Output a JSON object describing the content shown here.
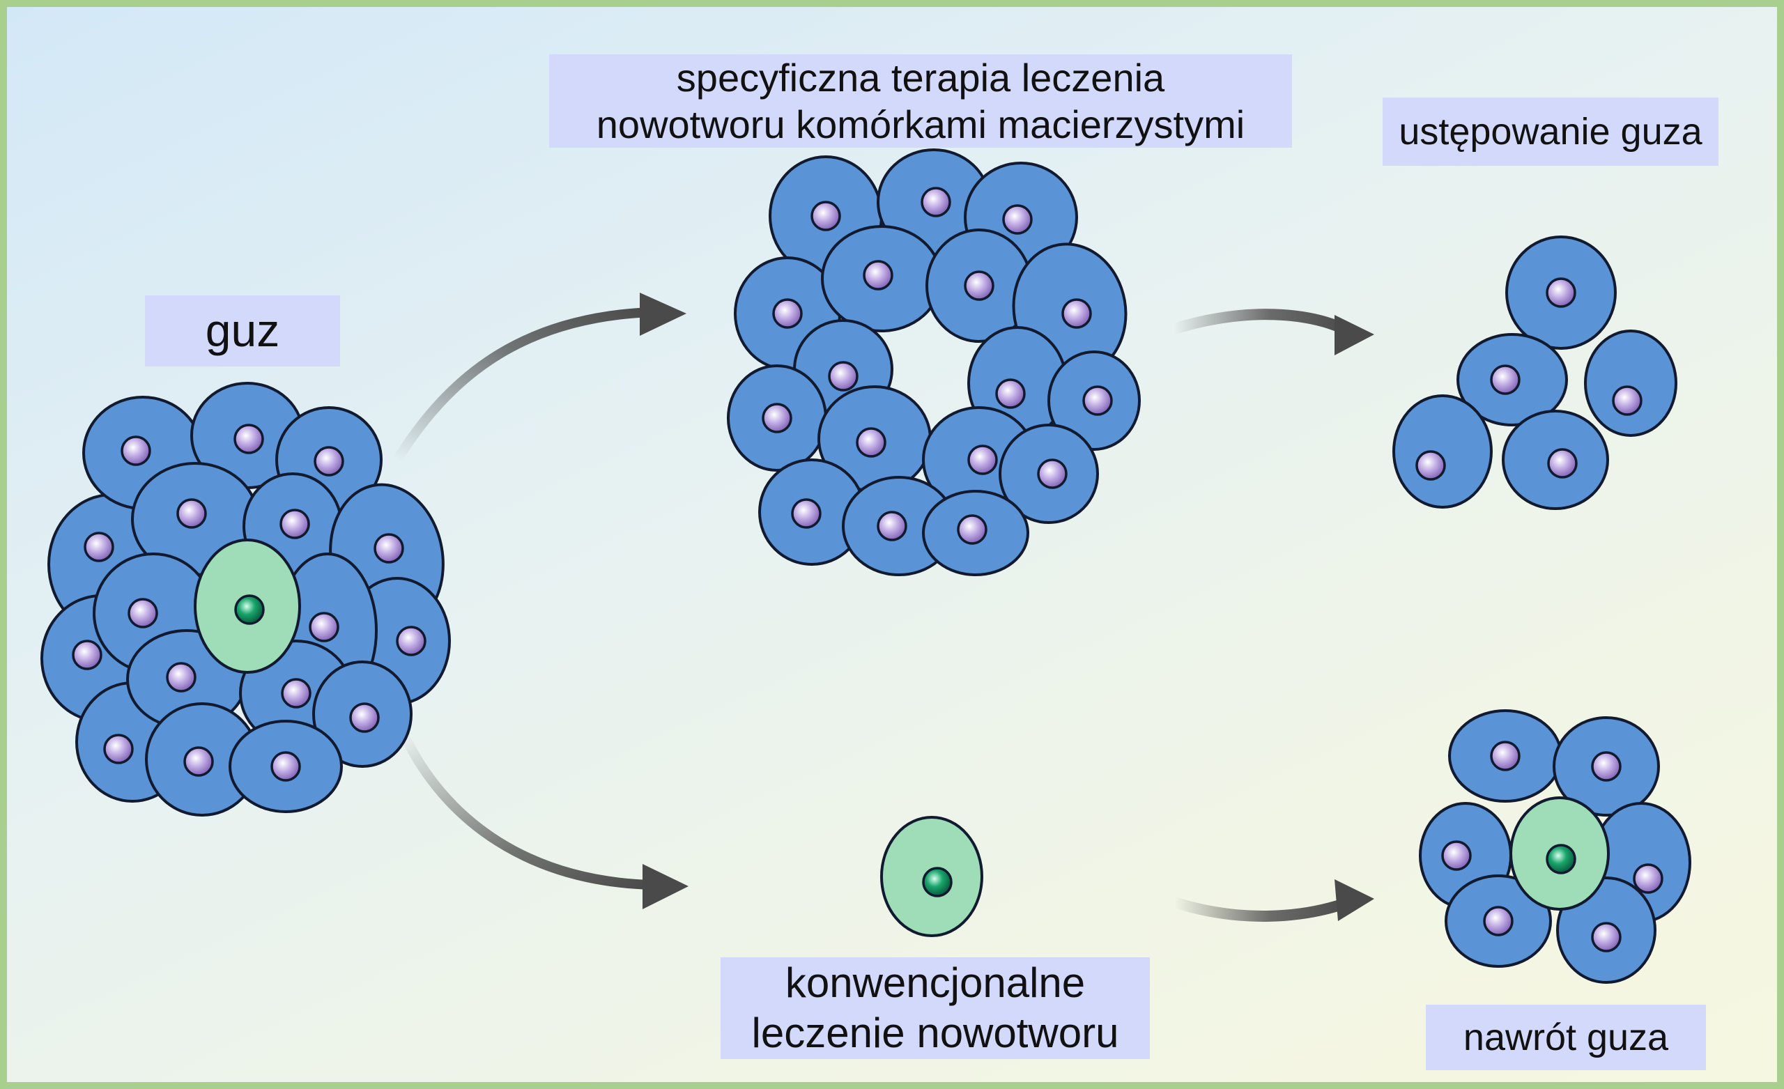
{
  "labels": {
    "tumor": "guz",
    "specific_therapy": "specyficzna terapia leczenia\nnowotworu komórkami macierzystymi",
    "regression": "ustępowanie guza",
    "conventional": "konwencjonalne\nleczenie nowotworu",
    "recurrence": "nawrót guza"
  },
  "colors": {
    "cell_fill": "#5b93d7",
    "cell_stroke": "#111a2e",
    "nucleus": "#a98cd0",
    "stem_cell_fill": "#9fddb9",
    "stem_nucleus": "#109a62",
    "arrow": "#4a4a4a",
    "label_bg": "#d3d9fb",
    "frame": "#a9cf8f"
  }
}
